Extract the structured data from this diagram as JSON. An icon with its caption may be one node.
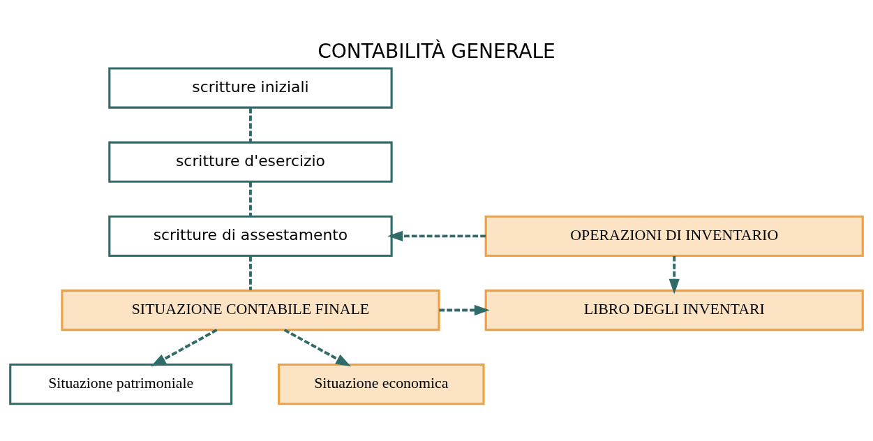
{
  "diagram": {
    "title": "CONTABILITÀ GENERALE",
    "nodes": [
      {
        "text": [
          "scritture iniziali"
        ]
      },
      {
        "text": [
          "scritture d'esercizio"
        ]
      },
      {
        "text": [
          "scritture di assestamento"
        ]
      },
      {
        "text": [
          "SITUAZIONE CONTABILE FINALE"
        ]
      },
      {
        "text": [
          "OPERAZIONI DI INVENTARIO"
        ]
      },
      {
        "text": [
          "LIBRO DEGLI INVENTARI"
        ]
      },
      {
        "text": [
          "Situazione patrimoniale"
        ]
      },
      {
        "text": [
          "Situazione economica"
        ]
      }
    ],
    "edges": [
      {
        "from": 0,
        "to": 1,
        "arrow": "none",
        "style": "dashed"
      },
      {
        "from": 1,
        "to": 2,
        "arrow": "none",
        "style": "dashed"
      },
      {
        "from": 4,
        "to": 2,
        "arrow": "to",
        "style": "dashed"
      },
      {
        "from": 2,
        "to": 3,
        "arrow": "none",
        "style": "dashed"
      },
      {
        "from": 4,
        "to": 5,
        "arrow": "to",
        "style": "dashed"
      },
      {
        "from": 3,
        "to": 5,
        "arrow": "to",
        "style": "dashed"
      },
      {
        "from": 3,
        "to": 6,
        "arrow": "to",
        "style": "dashed"
      },
      {
        "from": 3,
        "to": 7,
        "arrow": "to",
        "style": "dashed"
      }
    ]
  }
}
